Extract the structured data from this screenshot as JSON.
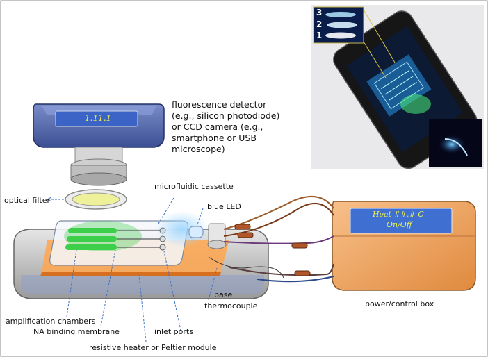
{
  "figure": {
    "detector": [
      "fluorescence detector",
      "(e.g., silicon photodiode)",
      "or CCD camera (e.g.,",
      "smartphone or USB",
      "microscope)"
    ],
    "optical_filter": "optical filter",
    "microfluidic_cassette": "microfluidic cassette",
    "blue_led": "blue LED",
    "base": "base",
    "power_box": "power/control box",
    "amplification_chambers": "amplification chambers",
    "binding_membrane": "NA binding membrane",
    "inlet_ports": "inlet ports",
    "thermocouple": "thermocouple",
    "heater": "resistive heater or Peltier module",
    "inset_numbers": [
      "3",
      "2",
      "1"
    ],
    "detector_screen_text": "1.11.1",
    "box_screen_lines": [
      "Heat ##.# C",
      "On/Off"
    ]
  },
  "colors": {
    "chamber_glow": "#3ecf4a",
    "led_glow": "#9fd8ff",
    "box": "#f2a25a",
    "screen": "#3f6fd0",
    "heater": "#ff8a3c"
  }
}
